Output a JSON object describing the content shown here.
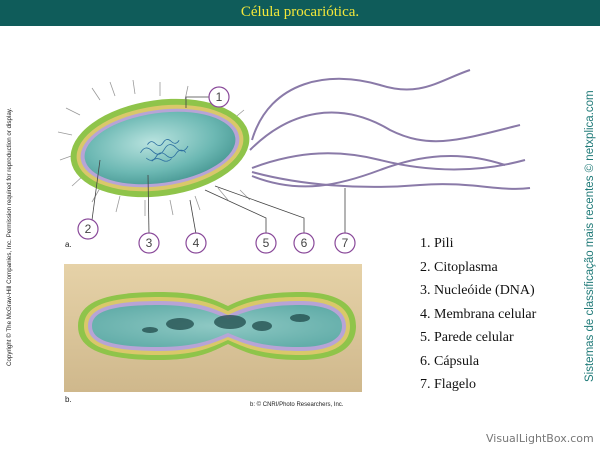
{
  "title": "Célula procariótica.",
  "copyright": "Copyright © The McGraw-Hill Companies, Inc. Permission required for reproduction or display.",
  "side_credit": "Sistemas de classificação mais recentes © netxplica.com",
  "panel_labels": {
    "a": "a.",
    "b": "b."
  },
  "photo_credit": "b: © CNRI/Photo Researchers, Inc.",
  "watermark": "VisualLightBox.com",
  "callouts": [
    "1",
    "2",
    "3",
    "4",
    "5",
    "6",
    "7"
  ],
  "legend": [
    "1. Pili",
    "2. Citoplasma",
    "3. Nucleóide (DNA)",
    "4. Membrana celular",
    "5. Parede celular",
    "6. Cápsula",
    "7. Flagelo"
  ],
  "colors": {
    "header_bg": "#0f5c5a",
    "title": "#f3e73a",
    "callout_border": "#8a4a9a",
    "flagellum": "#8a7aa8",
    "capsule": "#8fc44a",
    "wall": "#d9c86a",
    "membrane": "#b7a4d6",
    "cytoplasm": "#5aa8a4",
    "photo_bg": "#d9c39a",
    "side_credit": "#1f7a78"
  }
}
